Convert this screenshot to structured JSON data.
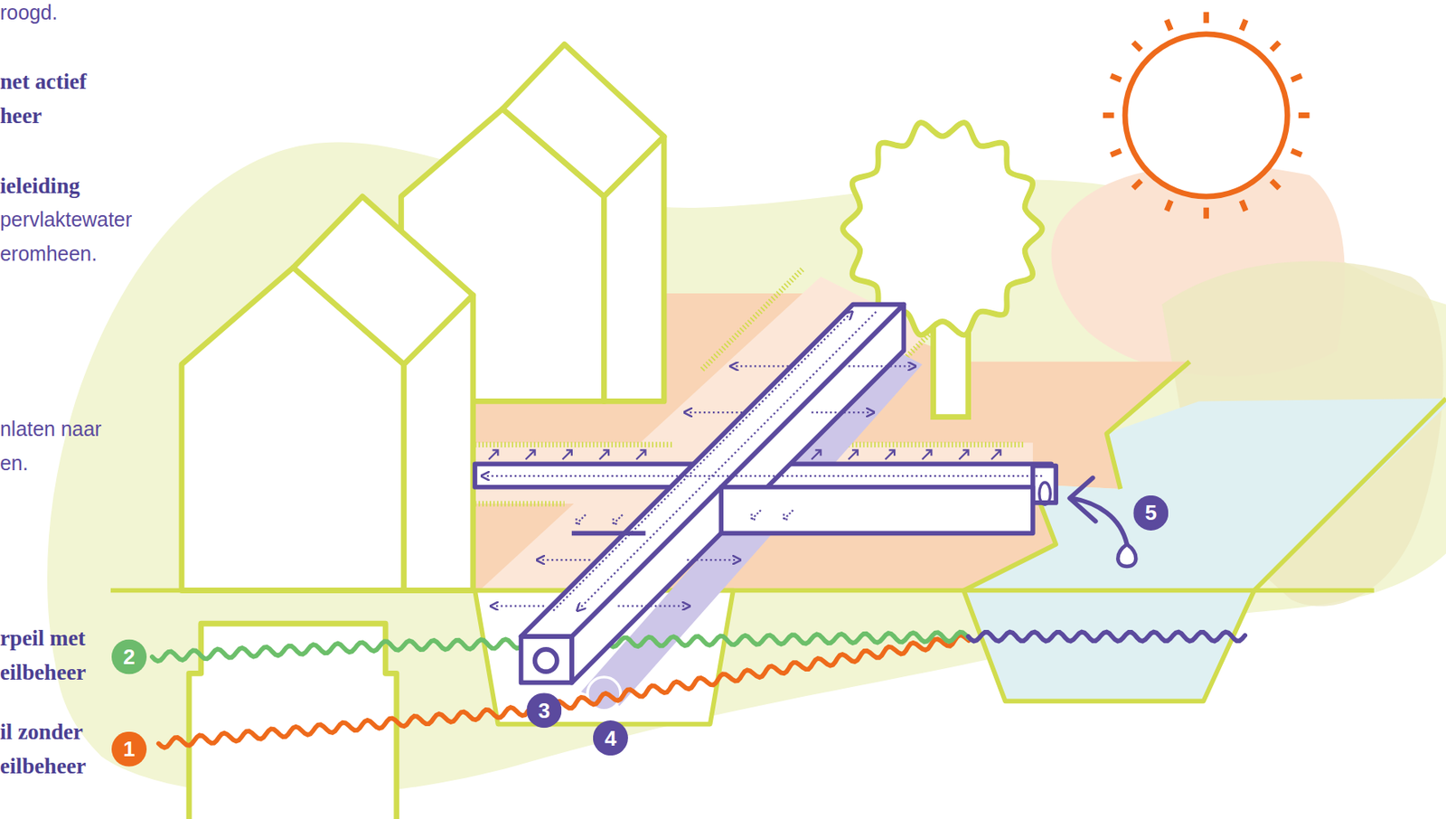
{
  "diagram": {
    "nodes": [
      {
        "text": [
          "5"
        ]
      },
      {
        "text": [
          "2"
        ]
      },
      {
        "text": [
          "3"
        ]
      },
      {
        "text": [
          "4"
        ]
      },
      {
        "text": [
          "1"
        ]
      }
    ],
    "labels": [
      "roogd.",
      "net actief heer",
      "ieleiding",
      "pervlaktewater eromheen.",
      "nlaten naar en.",
      "rpeil met eilbeheer",
      "il zonder eilbeheer"
    ]
  }
}
